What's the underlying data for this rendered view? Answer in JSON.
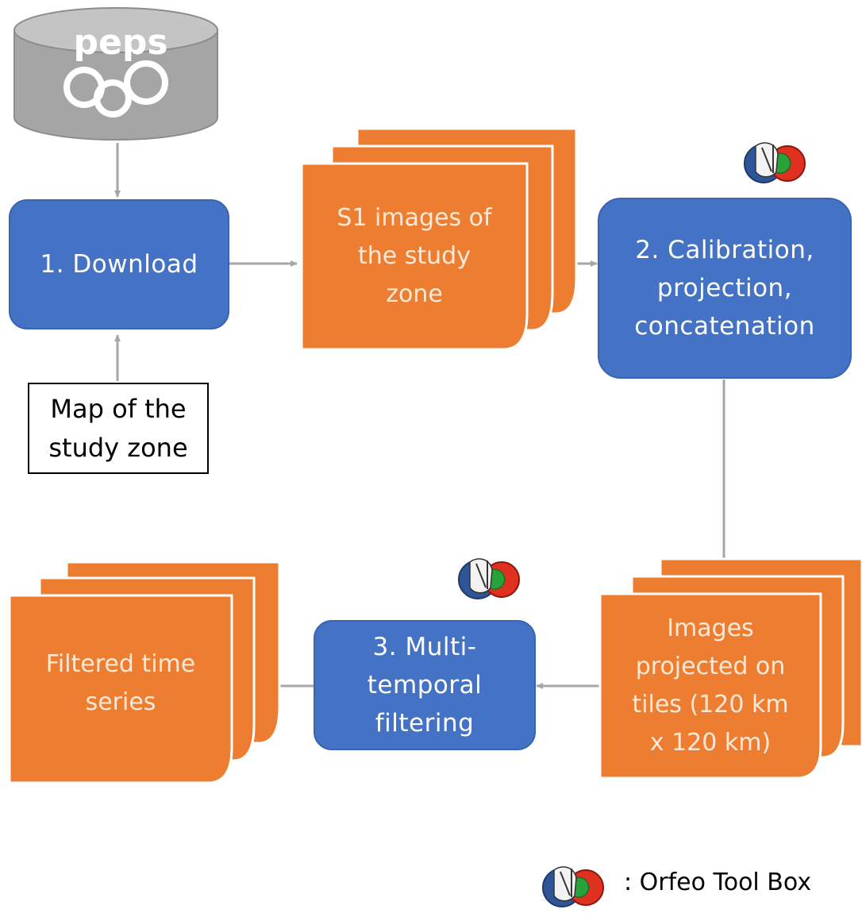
{
  "nodes": {
    "peps_logo": "peps",
    "download": "1. Download",
    "map_input": "Map of the\nstudy zone",
    "s1_images": "S1 images of\nthe study\nzone",
    "calibration": "2. Calibration,\nprojection,\nconcatenation",
    "projected_images": "Images\nprojected on\ntiles (120 km\nx 120 km)",
    "filtering": "3. Multi-\ntemporal\nfiltering",
    "filtered_series": "Filtered time\nseries"
  },
  "legend": {
    "otb_label": ": Orfeo Tool Box",
    "icon": "orfeo-toolbox-icon"
  },
  "colors": {
    "process_blue": "#4472c4",
    "data_orange": "#ed7d31",
    "database_gray": "#a5a5a5",
    "arrow_gray": "#a6a6a6"
  }
}
